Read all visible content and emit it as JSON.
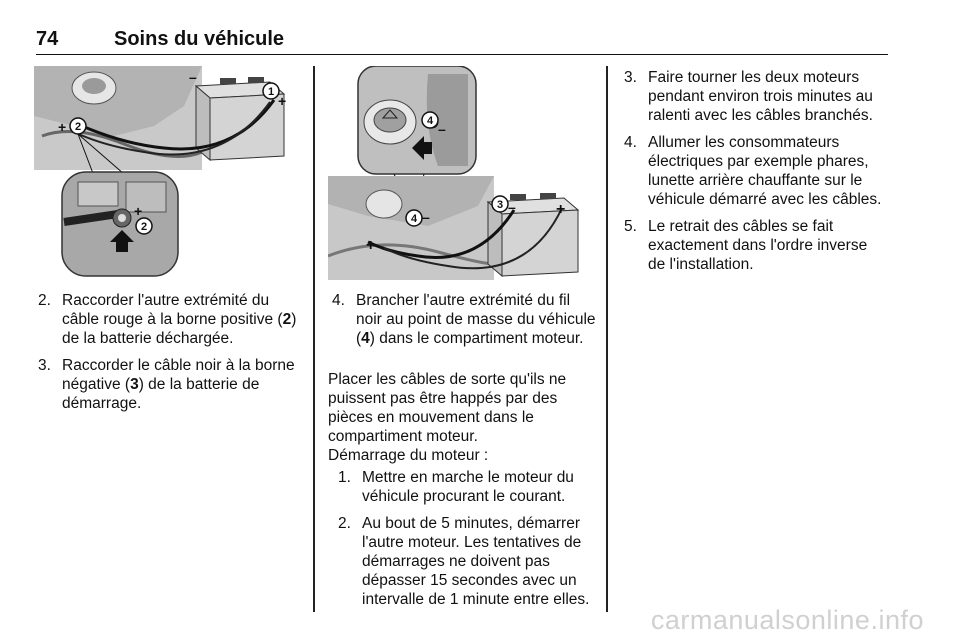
{
  "header": {
    "page_number": "74",
    "title": "Soins du véhicule"
  },
  "figures": {
    "left": {
      "labels": [
        "1",
        "2",
        "2"
      ]
    },
    "middle": {
      "labels": [
        "4",
        "4",
        "3"
      ]
    }
  },
  "col1": {
    "steps": [
      {
        "num": "2.",
        "pre": "Raccorder l'autre extrémité du câble rouge à la borne positive (",
        "bold": "2",
        "post": ") de la batterie déchargée."
      },
      {
        "num": "3.",
        "pre": "Raccorder le câble noir à la borne négative (",
        "bold": "3",
        "post": ") de la batterie de démarrage."
      }
    ]
  },
  "col2": {
    "steps": [
      {
        "num": "4.",
        "pre": "Brancher l'autre extrémité du fil noir au point de masse du véhicule (",
        "bold": "4",
        "post": ") dans le compartiment moteur."
      }
    ],
    "para1": "Placer les câbles de sorte qu'ils ne puissent pas être happés par des pièces en mouvement dans le compartiment moteur.",
    "para2": "Démarrage du moteur :",
    "substeps": [
      {
        "num": "1.",
        "text": "Mettre en marche le moteur du véhicule procurant le courant."
      },
      {
        "num": "2.",
        "text": "Au bout de 5 minutes, démarrer l'autre moteur. Les tentatives de démarrages ne doivent pas dépasser 15 secondes avec un intervalle de 1 minute entre elles."
      }
    ]
  },
  "col3": {
    "steps": [
      {
        "num": "3.",
        "text": "Faire tourner les deux moteurs pendant environ trois minutes au ralenti avec les câbles branchés."
      },
      {
        "num": "4.",
        "text": "Allumer les consommateurs électriques par exemple phares, lunette arrière chauffante sur le véhicule démarré avec les câbles."
      },
      {
        "num": "5.",
        "text": "Le retrait des câbles se fait exactement dans l'ordre inverse de l'installation."
      }
    ]
  },
  "watermark": "carmanualsonline.info"
}
